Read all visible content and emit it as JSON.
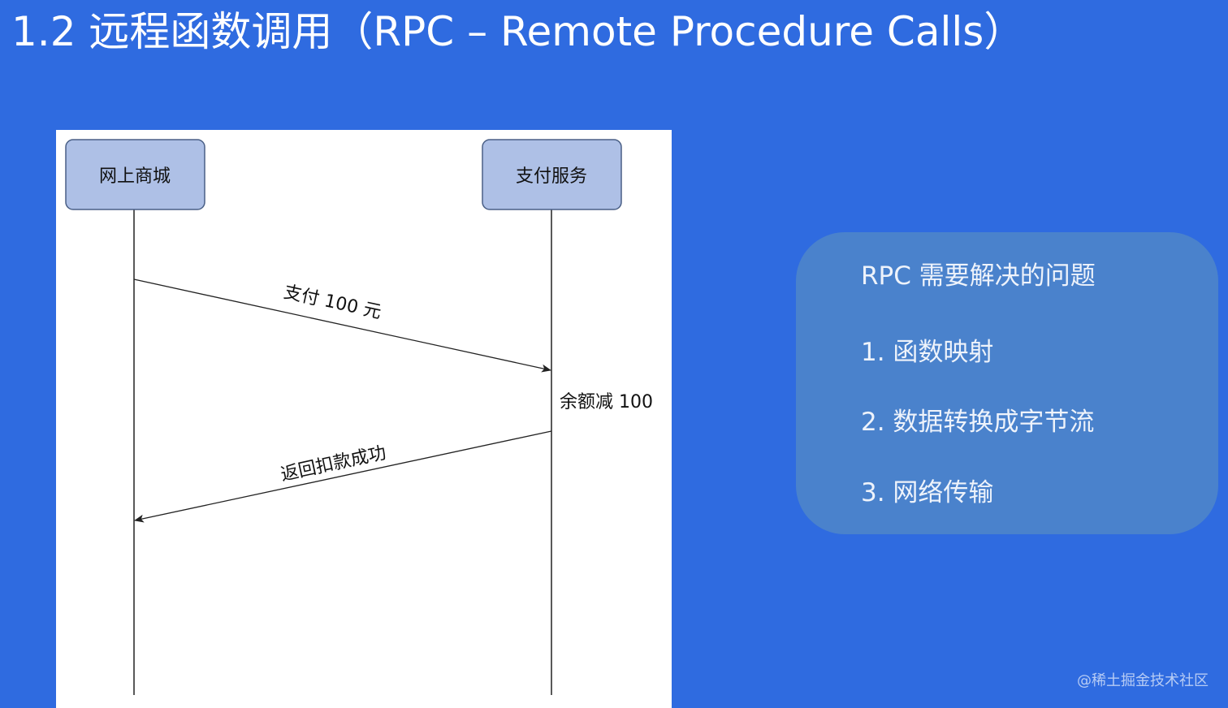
{
  "title": "1.2 远程函数调用（RPC – Remote Procedure Calls）",
  "diagram": {
    "actors": [
      {
        "label": "网上商城"
      },
      {
        "label": "支付服务"
      }
    ],
    "messages": [
      {
        "label": "支付 100 元",
        "from": "网上商城",
        "to": "支付服务"
      },
      {
        "label": "返回扣款成功",
        "from": "支付服务",
        "to": "网上商城"
      }
    ],
    "note": "余额减 100",
    "colors": {
      "actor_fill": "#aec0e6",
      "actor_stroke": "#4a5f86",
      "line": "#222222"
    }
  },
  "problems": {
    "heading": "RPC 需要解决的问题",
    "items": [
      "1. 函数映射",
      "2. 数据转换成字节流",
      "3. 网络传输"
    ]
  },
  "watermark": "@稀土掘金技术社区",
  "colors": {
    "background": "#2f6be0",
    "card": "#4a82cc",
    "text": "#ffffff"
  }
}
